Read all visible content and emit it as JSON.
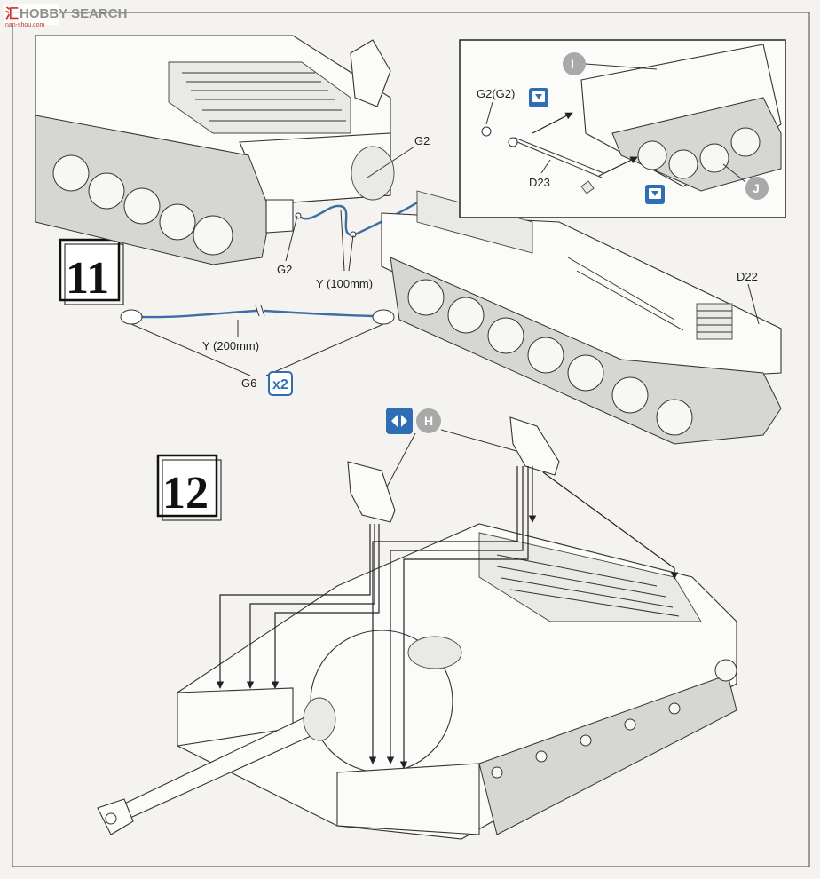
{
  "watermark": {
    "brand_text": "HOBBY SEARCH",
    "logo_site": "nan-shou.com"
  },
  "step11": {
    "number": "11",
    "labels": {
      "g2_top": "G2",
      "g2_left": "G2",
      "y100": "Y (100mm)",
      "d22": "D22",
      "y200": "Y (200mm)",
      "g6": "G6",
      "x2": "x2"
    }
  },
  "inset": {
    "labels": {
      "g2g2": "G2(G2)",
      "d23": "D23",
      "i_marker": "I",
      "j_marker": "J"
    }
  },
  "step12": {
    "number": "12",
    "h_marker": "H"
  },
  "colors": {
    "cable": "#3b6ea5",
    "icon_blue": "#2f6db5",
    "marker_gray": "#a9a9a9",
    "line": "#333333"
  }
}
